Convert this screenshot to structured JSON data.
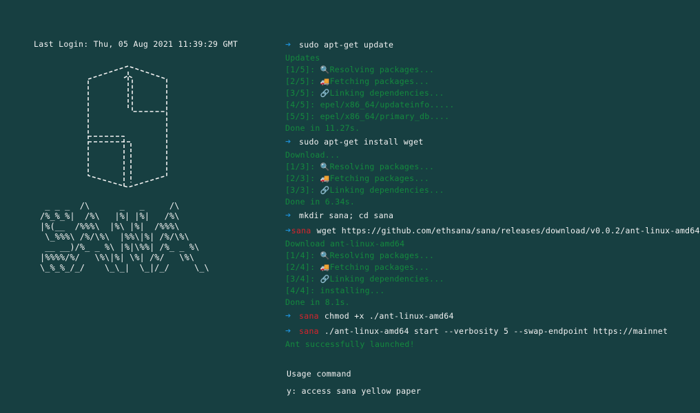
{
  "last_login": "Last Login: Thu, 05 Aug 2021 11:39:29 GMT",
  "ascii_logo": " _ _ _  /\\      _   _     /\\\n/%_%_%|  /%\\   |%| |%|   /%\\\n|%(__  /%%%\\  |%\\ |%|  /%%%\\\n \\_%%%\\ /%/\\%\\  |%%\\|%| /%/\\%\\\n __ __)/%_ _ %\\ |%|\\%%| /%_ _ %\\\n|%%%%/%/   \\%\\|%| \\%| /%/   \\%\\\n\\_%_%_/_/    \\_\\_|  \\_|/_/     \\_\\",
  "terminal": {
    "blocks": [
      {
        "cmd": "sudo apt-get update",
        "prompt": "",
        "output": [
          {
            "icon": "",
            "text": "Updates"
          },
          {
            "icon": "🔍",
            "text": "[1/5]: ",
            "after": "Resolving packages..."
          },
          {
            "icon": "🚚",
            "text": "[2/5]: ",
            "after": "Fetching packages..."
          },
          {
            "icon": "🔗",
            "text": "[3/5]: ",
            "after": "Linking dependencies..."
          },
          {
            "icon": "",
            "text": "[4/5]: epel/x86_64/updateinfo....."
          },
          {
            "icon": "",
            "text": "[5/5]: epel/x86_64/primary_db...."
          },
          {
            "icon": "",
            "text": "Done in 11.27s."
          }
        ]
      },
      {
        "cmd": "sudo apt-get install wget",
        "prompt": "",
        "output": [
          {
            "icon": "",
            "text": "Download..."
          },
          {
            "icon": "🔍",
            "text": "[1/3]: ",
            "after": "Resolving packages..."
          },
          {
            "icon": "🚚",
            "text": "[2/3]: ",
            "after": "Fetching packages..."
          },
          {
            "icon": "🔗",
            "text": "[3/3]: ",
            "after": "Linking dependencies..."
          },
          {
            "icon": "",
            "text": "Done in 6.34s."
          }
        ]
      },
      {
        "cmd": "mkdir sana; cd sana",
        "prompt": "",
        "output": []
      },
      {
        "cmd": "wget https://github.com/ethsana/sana/releases/download/v0.0.2/ant-linux-amd64",
        "prompt": "sana",
        "output": [
          {
            "icon": "",
            "text": "Download ant-linux-amd64"
          },
          {
            "icon": "🔍",
            "text": "[1/4]: ",
            "after": "Resolving packages..."
          },
          {
            "icon": "🚚",
            "text": "[2/4]: ",
            "after": "Fetching packages..."
          },
          {
            "icon": "🔗",
            "text": "[3/4]: ",
            "after": "Linking dependencies..."
          },
          {
            "icon": "",
            "text": "[4/4]: installing..."
          },
          {
            "icon": "",
            "text": "Done in 8.1s."
          }
        ]
      },
      {
        "cmd": "chmod +x ./ant-linux-amd64",
        "prompt": "sana",
        "output": []
      },
      {
        "cmd": "./ant-linux-amd64 start --verbosity 5 --swap-endpoint https://mainnet",
        "prompt": "sana",
        "output": [
          {
            "icon": "",
            "text": "Ant successfully launched!"
          }
        ]
      }
    ],
    "usage_title": "Usage command",
    "usage_items": [
      "y: access sana yellow paper"
    ]
  },
  "colors": {
    "background": "#173f41",
    "command_text": "#f2f2f2",
    "output_text": "#148a3e",
    "prompt_name": "#d8242c",
    "arrow": "#1e8fd6"
  },
  "icons": {
    "arrow": "arrow-right-icon",
    "resolve": "magnifier-icon",
    "fetch": "truck-icon",
    "link": "link-icon"
  }
}
